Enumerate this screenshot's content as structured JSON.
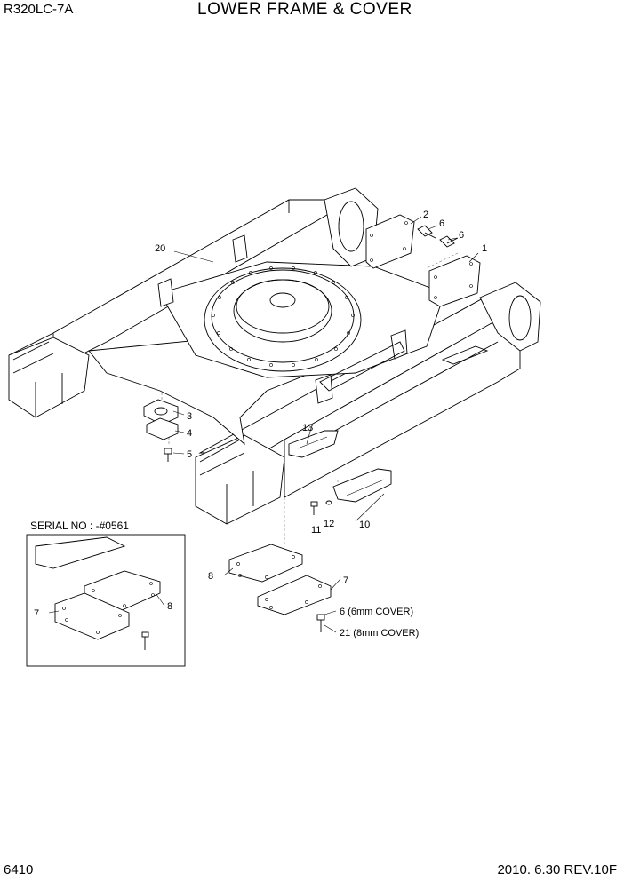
{
  "header": {
    "model": "R320LC-7A",
    "title": "LOWER FRAME & COVER"
  },
  "footer": {
    "page_number": "6410",
    "revision": "2010. 6.30  REV.10F"
  },
  "inset": {
    "serial_note": "SERIAL NO : -#0561"
  },
  "callouts": {
    "c1": "1",
    "c2": "2",
    "c3": "3",
    "c4": "4",
    "c5": "5",
    "c6a": "6",
    "c6b": "6",
    "c7a": "7",
    "c7b": "7",
    "c8a": "8",
    "c8b": "8",
    "c10": "10",
    "c11": "11",
    "c12": "12",
    "c13": "13",
    "c20": "20",
    "c6_cover": "6 (6mm COVER)",
    "c21_cover": "21 (8mm COVER)"
  }
}
